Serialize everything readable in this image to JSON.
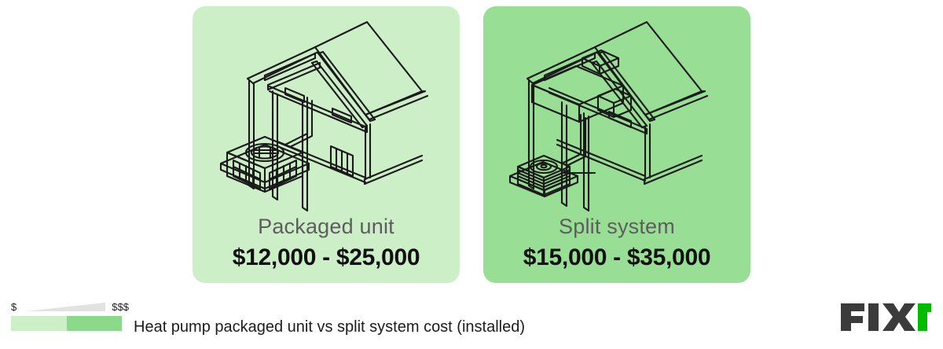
{
  "panels": [
    {
      "id": "packaged-unit",
      "title": "Packaged unit",
      "price": "$12,000 - $25,000",
      "background": "#cdefc8",
      "illustration": "house-cutaway-with-packaged-rooftop-unit"
    },
    {
      "id": "split-system",
      "title": "Split system",
      "price": "$15,000 - $35,000",
      "background": "#98de95",
      "illustration": "house-cutaway-with-attic-air-handler-and-outdoor-condenser"
    }
  ],
  "legend": {
    "low_label": "$",
    "high_label": "$$$",
    "wedge_color": "#e2e2e2",
    "swatches": [
      {
        "label": "$",
        "color": "#cdefc8"
      },
      {
        "label": "$$$",
        "color": "#8bd98a"
      }
    ]
  },
  "caption": "Heat pump packaged unit vs split system cost (installed)",
  "logo": {
    "text_dark": "FIX",
    "text_accent": "r",
    "dark_color": "#3b3b3b",
    "accent_color": "#00bb00"
  },
  "colors": {
    "line": "#1a1a1a",
    "title_text": "#5d5d5d",
    "price_text": "#111111",
    "caption_text": "#1c1c1c",
    "page_background": "#ffffff"
  }
}
